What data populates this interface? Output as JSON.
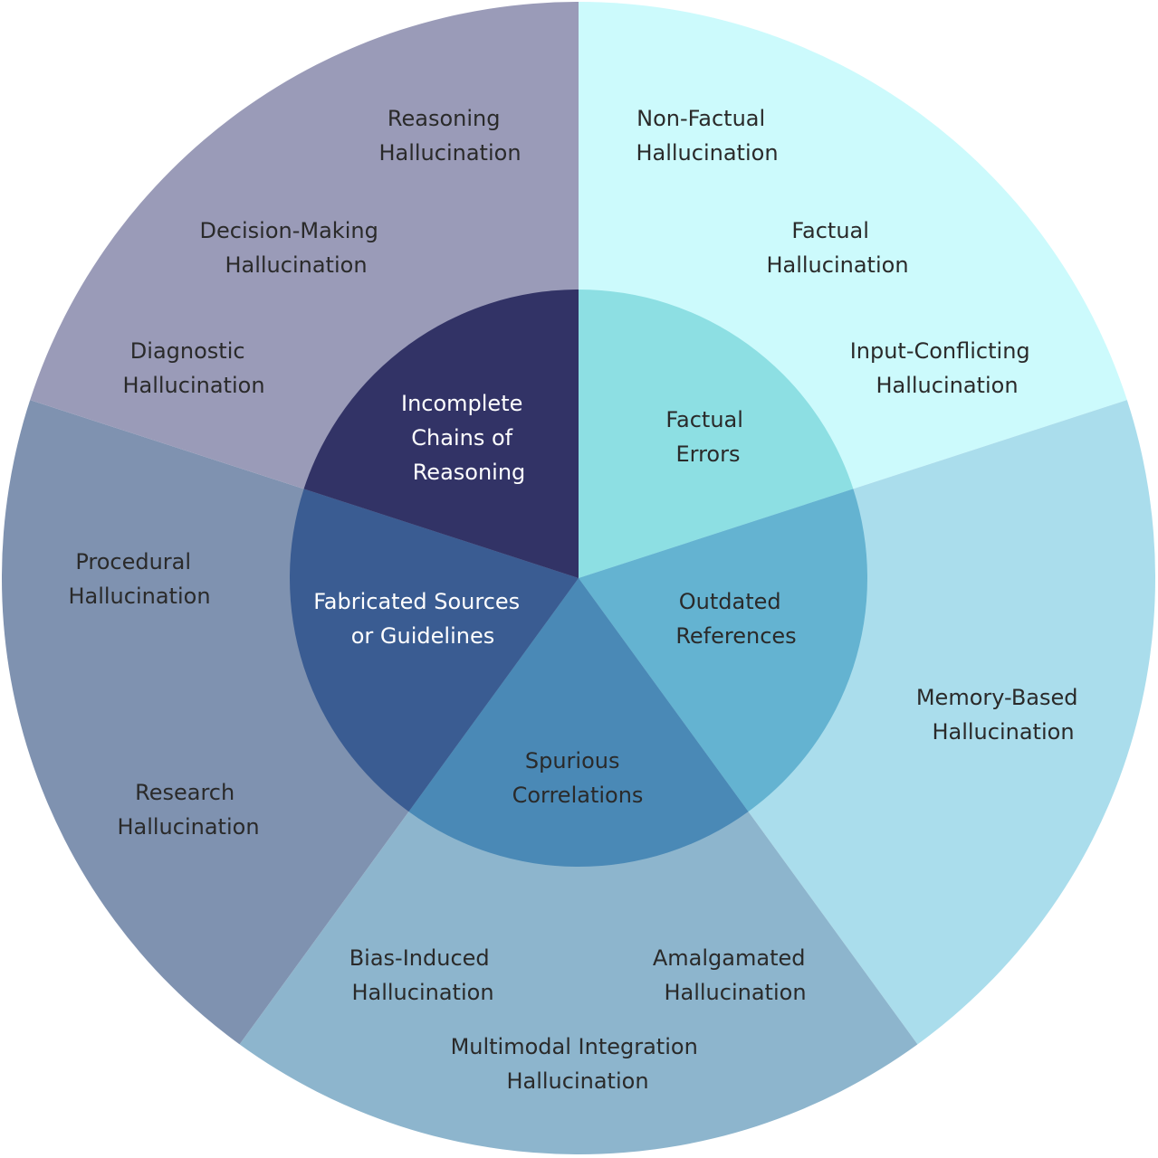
{
  "segments": [
    {
      "inner": {
        "label": [
          "Factual",
          "Errors"
        ],
        "color": "#8ddfe3"
      },
      "outer_color": "#ccfafc",
      "outer": [
        [
          "Non-Factual",
          "Hallucination"
        ],
        [
          "Factual",
          "Hallucination"
        ],
        [
          "Input-Conflicting",
          "Hallucination"
        ]
      ]
    },
    {
      "inner": {
        "label": [
          "Outdated",
          "References"
        ],
        "color": "#64b3d1"
      },
      "outer_color": "#aaddec",
      "outer": [
        [
          "Memory-Based",
          "Hallucination"
        ]
      ]
    },
    {
      "inner": {
        "label": [
          "Spurious",
          "Correlations"
        ],
        "color": "#4a89b6"
      },
      "outer_color": "#8db5cd",
      "outer": [
        [
          "Bias-Induced",
          "Hallucination"
        ],
        [
          "Amalgamated",
          "Hallucination"
        ],
        [
          "Multimodal Integration",
          "Hallucination"
        ]
      ]
    },
    {
      "inner": {
        "label": [
          "Fabricated Sources",
          "or Guidelines"
        ],
        "color": "#3a5c92"
      },
      "outer_color": "#7f92b0",
      "outer": [
        [
          "Procedural",
          "Hallucination"
        ],
        [
          "Research",
          "Hallucination"
        ]
      ]
    },
    {
      "inner": {
        "label": [
          "Incomplete",
          "Chains of",
          "Reasoning"
        ],
        "color": "#323366"
      },
      "outer_color": "#9a9bb8",
      "outer": [
        [
          "Reasoning",
          "Hallucination"
        ],
        [
          "Decision-Making",
          "Hallucination"
        ],
        [
          "Diagnostic",
          "Hallucination"
        ]
      ]
    }
  ]
}
